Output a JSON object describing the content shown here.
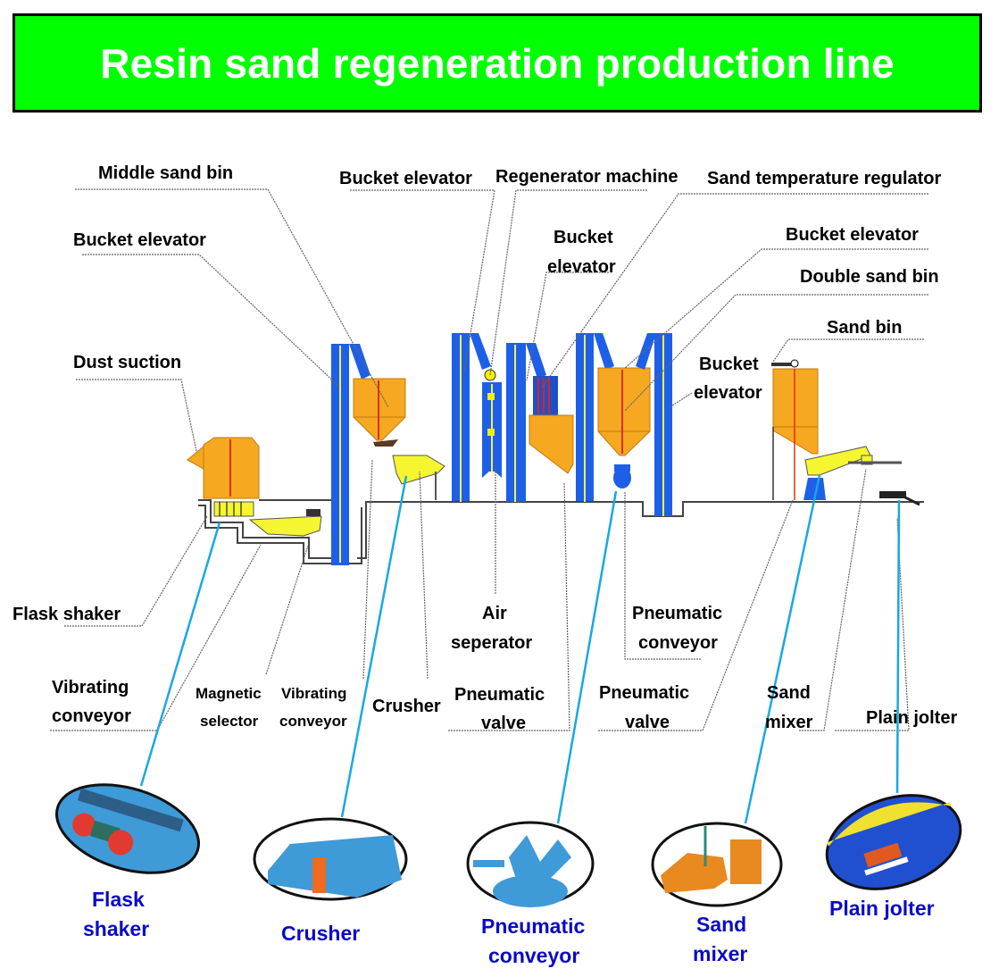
{
  "title": "Resin sand regeneration production line",
  "colors": {
    "banner": "#00ff00",
    "banner_text": "#ffffff",
    "equipment_blue": "#1e5fe8",
    "equipment_orange": "#f6a820",
    "equipment_yellow": "#f5f530",
    "callout_line": "#19a8e0",
    "photo_label": "#0a0ac8"
  },
  "top_labels": {
    "middle_sand_bin": "Middle sand bin",
    "bucket_elevator_1": "Bucket elevator",
    "dust_suction": "Dust suction",
    "bucket_elevator_2": "Bucket elevator",
    "regenerator_machine": "Regenerator machine",
    "sand_temperature_regulator": "Sand temperature regulator",
    "bucket_elevator_3_line1": "Bucket",
    "bucket_elevator_3_line2": "elevator",
    "bucket_elevator_4": "Bucket elevator",
    "double_sand_bin": "Double sand bin",
    "sand_bin": "Sand bin",
    "bucket_elevator_5_line1": "Bucket",
    "bucket_elevator_5_line2": "elevator"
  },
  "bottom_labels": {
    "flask_shaker": "Flask shaker",
    "vibrating_conveyor_1_line1": "Vibrating",
    "vibrating_conveyor_1_line2": "conveyor",
    "magnetic_selector_line1": "Magnetic",
    "magnetic_selector_line2": "selector",
    "vibrating_conveyor_2_line1": "Vibrating",
    "vibrating_conveyor_2_line2": "conveyor",
    "crusher": "Crusher",
    "air_separator_line1": "Air",
    "air_separator_line2": "seperator",
    "pneumatic_valve_1_line1": "Pneumatic",
    "pneumatic_valve_1_line2": "valve",
    "pneumatic_conveyor_line1": "Pneumatic",
    "pneumatic_conveyor_line2": "conveyor",
    "pneumatic_valve_2_line1": "Pneumatic",
    "pneumatic_valve_2_line2": "valve",
    "sand_mixer_line1": "Sand",
    "sand_mixer_line2": "mixer",
    "plain_jolter": "Plain jolter"
  },
  "photos": [
    {
      "line1": "Flask",
      "line2": "shaker"
    },
    {
      "line1": "Crusher",
      "line2": ""
    },
    {
      "line1": "Pneumatic",
      "line2": "conveyor"
    },
    {
      "line1": "Sand",
      "line2": "mixer"
    },
    {
      "line1": "Plain jolter",
      "line2": ""
    }
  ]
}
